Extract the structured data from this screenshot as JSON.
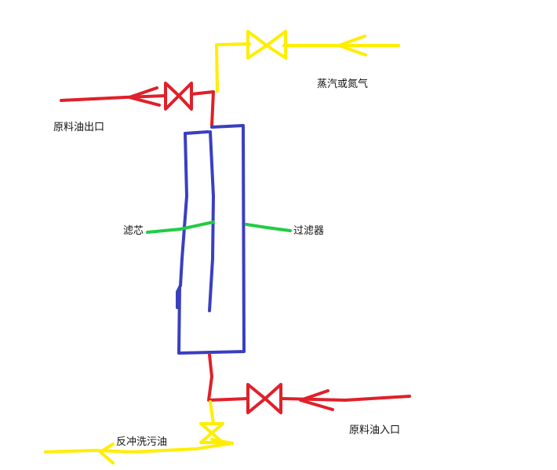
{
  "labels": {
    "steam_nitrogen": "蒸汽或氮气",
    "raw_oil_outlet": "原料油出口",
    "filter_core": "滤芯",
    "filter": "过滤器",
    "backwash_sewage": "反冲洗污油",
    "raw_oil_inlet": "原料油入口"
  },
  "colors": {
    "oil_line": "#e0202a",
    "steam_line": "#ffee00",
    "backwash_line": "#ffee00",
    "filter_body": "#3a3fc0",
    "pointer": "#22cc44"
  }
}
